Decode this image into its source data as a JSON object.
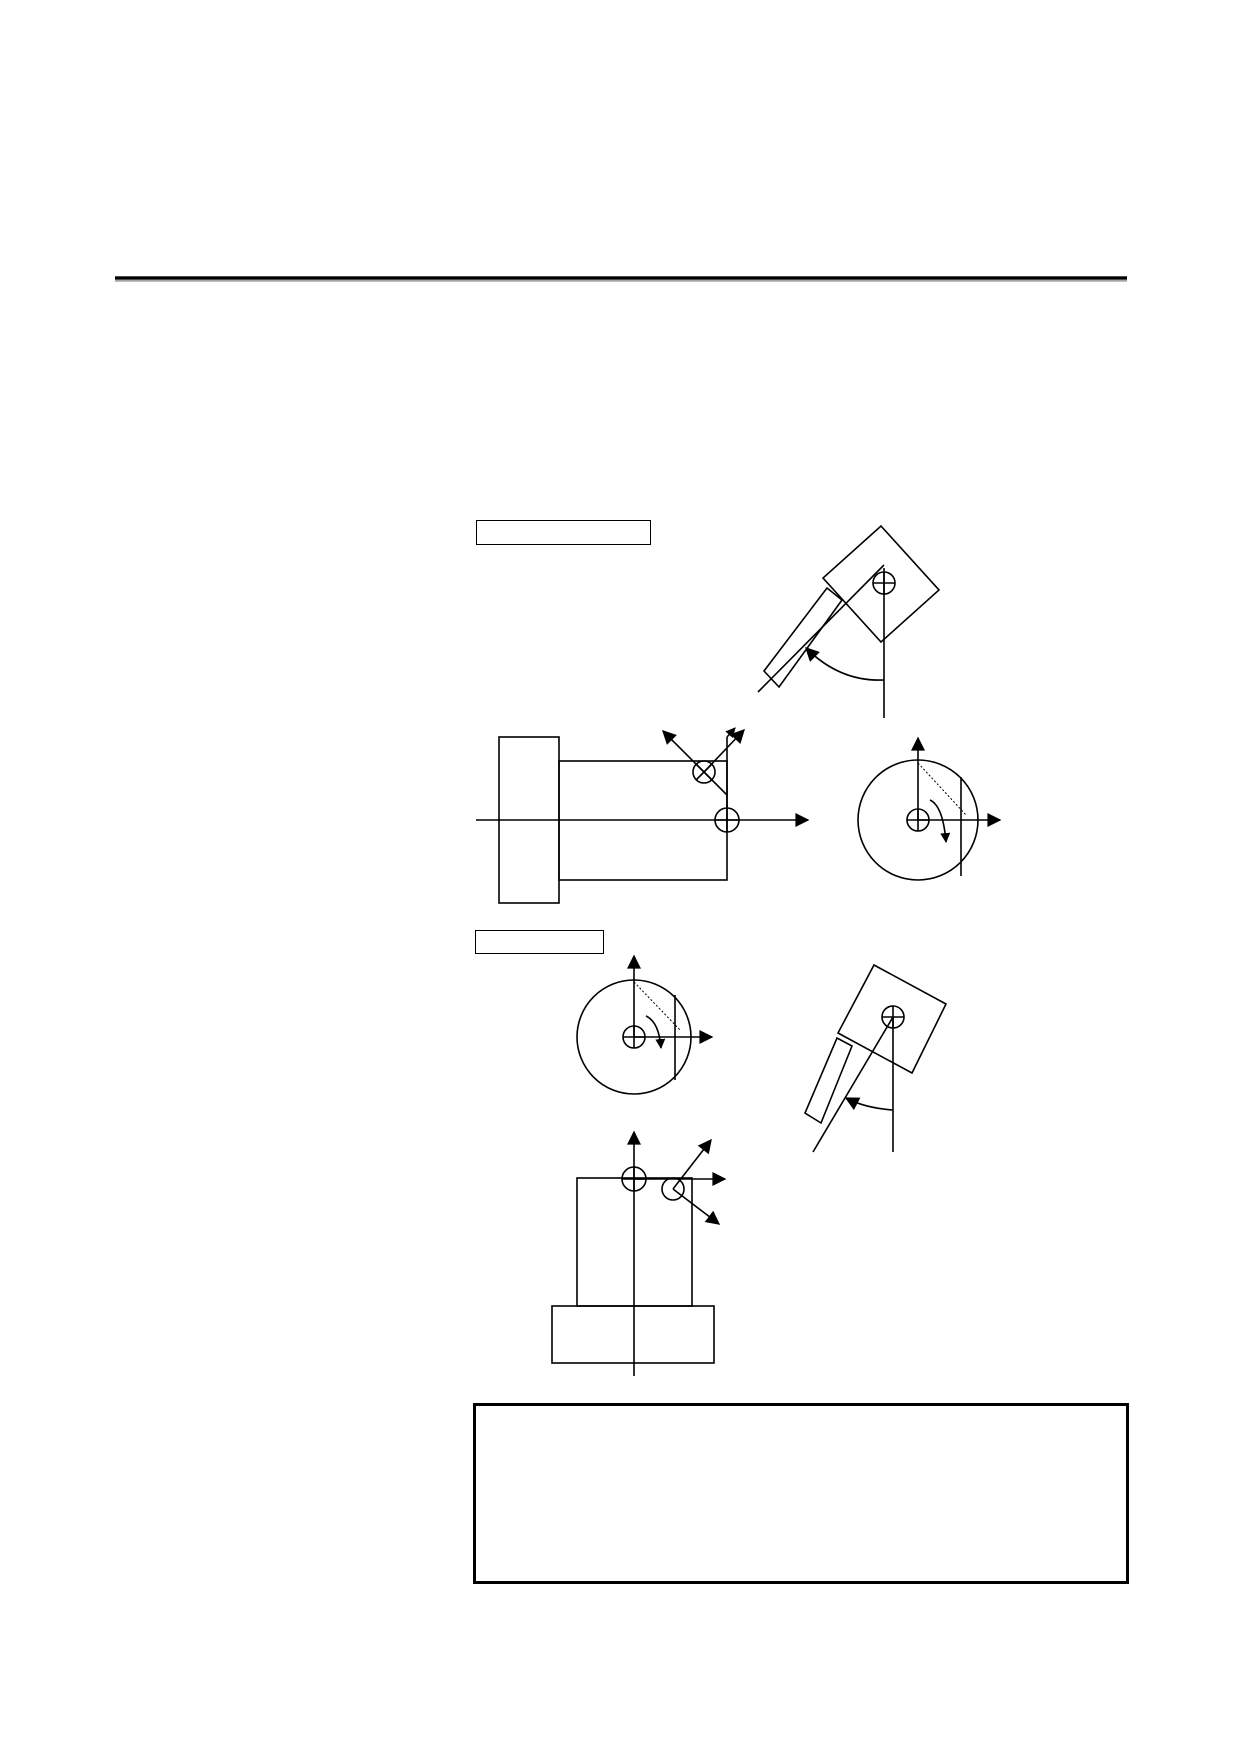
{
  "page": {
    "top_label": "",
    "middle_label": "",
    "note_text": ""
  },
  "icons": {
    "arrowhead": "filled-triangle",
    "reference_point": "circle-with-crosshair",
    "tool_point": "circle-with-x"
  }
}
